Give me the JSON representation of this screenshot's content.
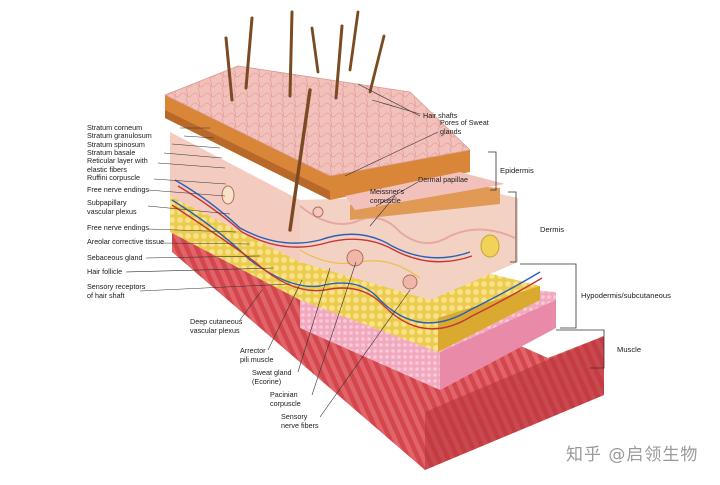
{
  "labels_left": [
    {
      "id": "stratum-corneum",
      "text": "Stratum corneum"
    },
    {
      "id": "stratum-granulosum",
      "text": "Stratum granulosum"
    },
    {
      "id": "stratum-spinosum",
      "text": "Stratum spinosum"
    },
    {
      "id": "stratum-basale",
      "text": "Stratum basale"
    },
    {
      "id": "reticular-layer",
      "text": "Reticular layer with elastic fibers"
    },
    {
      "id": "ruffini-corpuscle",
      "text": "Ruffini corpuscle"
    },
    {
      "id": "free-nerve-endings-1",
      "text": "Free nerve endings"
    },
    {
      "id": "subpapillary-plexus",
      "text": "Subpapillary vascular plexus"
    },
    {
      "id": "free-nerve-endings-2",
      "text": "Free nerve endings"
    },
    {
      "id": "areolar-tissue",
      "text": "Areolar corrective tissue"
    },
    {
      "id": "sebaceous-gland",
      "text": "Sebaceous gland"
    },
    {
      "id": "hair-follicle",
      "text": "Hair follicle"
    },
    {
      "id": "sensory-receptors",
      "text": "Sensory receptors of hair shaft"
    }
  ],
  "labels_bottom": [
    {
      "id": "deep-plexus",
      "text": "Deep cutaneous vascular plexus"
    },
    {
      "id": "arrector-pili",
      "text": "Arrector pili muscle"
    },
    {
      "id": "sweat-gland",
      "text": "Sweat gland (Ecorine)"
    },
    {
      "id": "pacinian",
      "text": "Pacinian corpuscle"
    },
    {
      "id": "sensory-fibers",
      "text": "Sensory nerve fibers"
    }
  ],
  "labels_center": [
    {
      "id": "hair-shafts",
      "text": "Hair shafts"
    },
    {
      "id": "pores",
      "text": "Pores of Sweat glands"
    },
    {
      "id": "dermal-papillae",
      "text": "Dermal papillae"
    },
    {
      "id": "meissner",
      "text": "Meissner's corpuscle"
    }
  ],
  "layers_right": [
    {
      "id": "epidermis",
      "text": "Epidermis"
    },
    {
      "id": "dermis",
      "text": "Dermis"
    },
    {
      "id": "hypodermis",
      "text": "Hypodermis/subcutaneous"
    },
    {
      "id": "muscle",
      "text": "Muscle"
    }
  ],
  "watermark": "知乎 @启领生物",
  "colors": {
    "epidermis_top": "#f3c9c4",
    "epidermis_side": "#d98a3e",
    "dermis": "#f4cfc0",
    "fat": "#f1d35a",
    "muscle": "#d5484e",
    "hypodermis_pink": "#f3a9c0",
    "vein": "#2a5fb8",
    "artery": "#c73535",
    "hair": "#7a4a22"
  }
}
